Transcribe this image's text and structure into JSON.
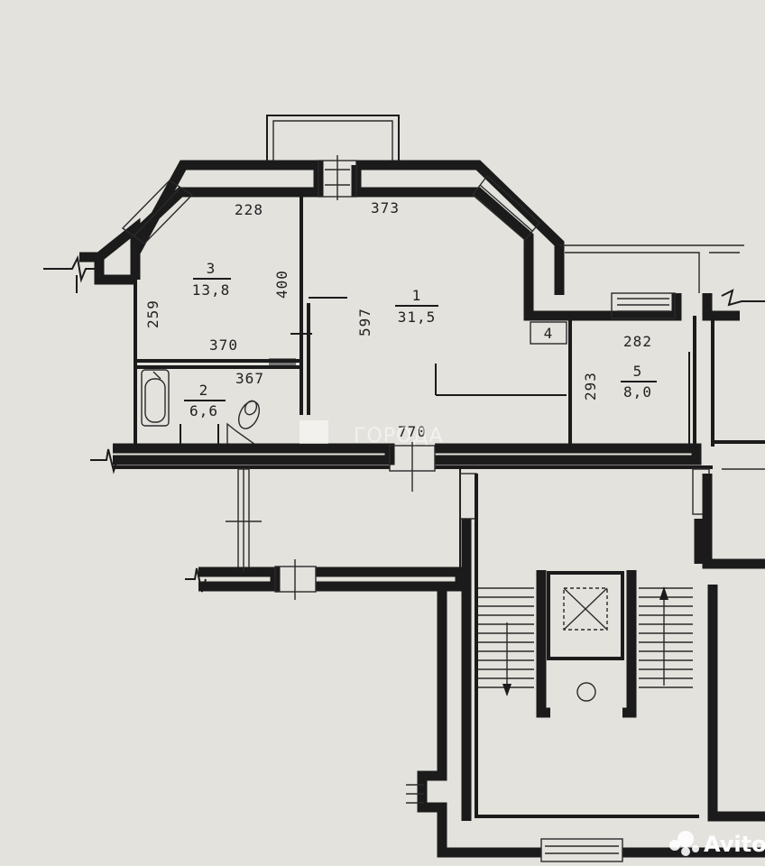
{
  "rooms": [
    {
      "number": "1",
      "area": "31,5"
    },
    {
      "number": "2",
      "area": "6,6"
    },
    {
      "number": "3",
      "area": "13,8"
    },
    {
      "number": "4"
    },
    {
      "number": "5",
      "area": "8,0"
    }
  ],
  "dimensions": {
    "room3_top": "228",
    "room1_top": "373",
    "room3_right": "400",
    "room3_left": "259",
    "room3_bottom": "370",
    "room2_top": "367",
    "room1_height": "597",
    "corridor_width": "770",
    "room5_top": "282",
    "room5_left": "293"
  },
  "watermarks": {
    "gorod": "ГОРОДА",
    "avito": "Avito"
  }
}
